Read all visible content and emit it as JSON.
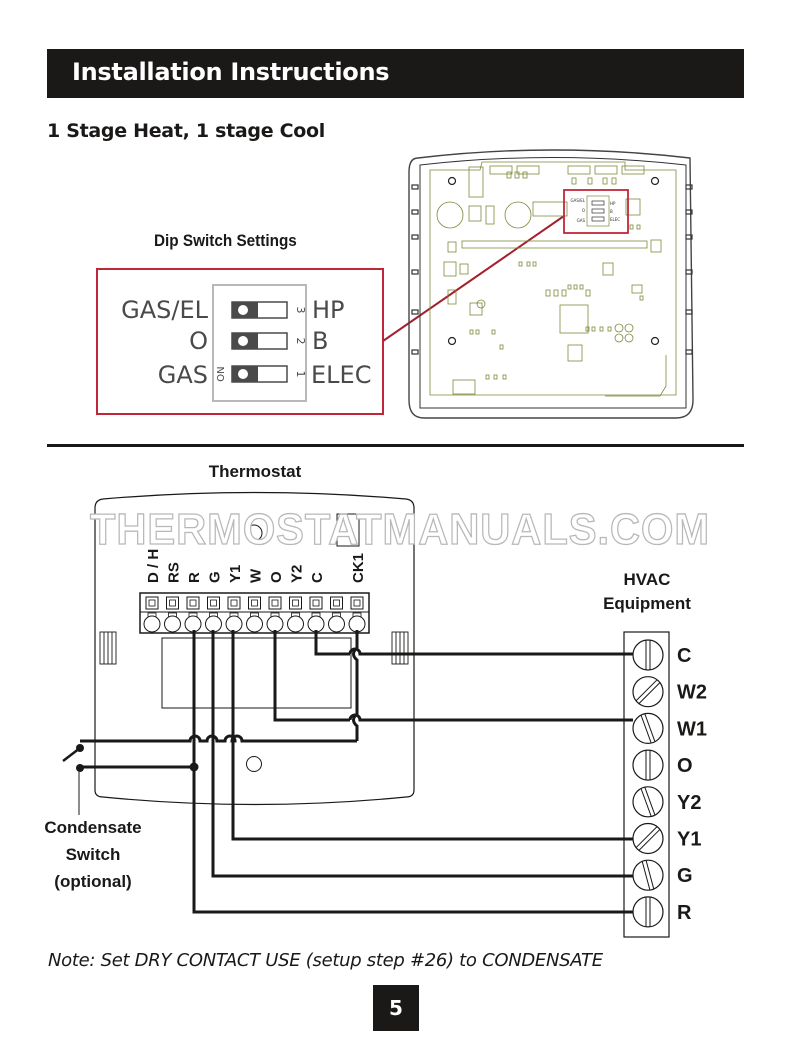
{
  "header": {
    "title": "Installation Instructions"
  },
  "section": {
    "title": "1 Stage Heat, 1 stage Cool"
  },
  "dip_switch": {
    "title": "Dip Switch Settings",
    "on_label": "ON",
    "switches": [
      {
        "number": "3",
        "left_label": "GAS/EL",
        "right_label": "HP",
        "position": "ON"
      },
      {
        "number": "2",
        "left_label": "O",
        "right_label": "B",
        "position": "ON"
      },
      {
        "number": "1",
        "left_label": "GAS",
        "right_label": "ELEC",
        "position": "ON"
      }
    ],
    "accent_color": "#c0283a"
  },
  "board_inset": {
    "mini_labels": {
      "l1": "GAS/EL",
      "l2": "O",
      "l3": "GAS",
      "r1": "HP",
      "r2": "B",
      "r3": "ELEC"
    }
  },
  "wiring": {
    "thermostat_title": "Thermostat",
    "thermostat_terminals": [
      "D / H",
      "RS",
      "R",
      "G",
      "Y1",
      "W",
      "O",
      "Y2",
      "C",
      "",
      "CK1"
    ],
    "hvac_title_line1": "HVAC",
    "hvac_title_line2": "Equipment",
    "hvac_terminals": [
      "C",
      "W2",
      "W1",
      "O",
      "Y2",
      "Y1",
      "G",
      "R"
    ],
    "condensate_line1": "Condensate",
    "condensate_line2": "Switch",
    "condensate_line3": "(optional)",
    "connections": [
      {
        "from": "C",
        "to": "C"
      },
      {
        "from": "O",
        "to": "W1"
      },
      {
        "from": "Y1",
        "to": "Y1"
      },
      {
        "from": "G",
        "to": "G"
      },
      {
        "from": "R",
        "to": "R"
      },
      {
        "from": "CK1",
        "to": "Condensate Switch"
      },
      {
        "from": "R",
        "to": "Condensate Switch"
      }
    ]
  },
  "watermark": "THERMOSTATMANUALS.COM",
  "note": "Note: Set DRY CONTACT USE (setup step #26) to CONDENSATE",
  "page_number": "5"
}
